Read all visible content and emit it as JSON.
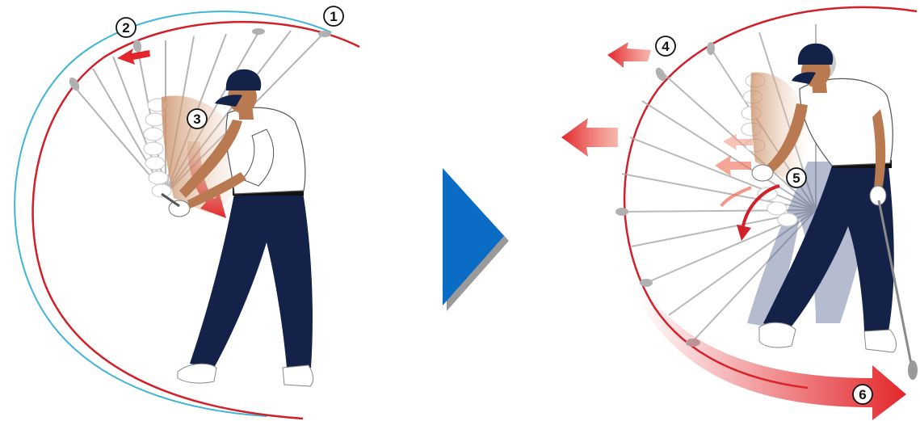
{
  "markers": [
    {
      "id": "1",
      "label": "1"
    },
    {
      "id": "2",
      "label": "2"
    },
    {
      "id": "3",
      "label": "3"
    },
    {
      "id": "4",
      "label": "4"
    },
    {
      "id": "5",
      "label": "5"
    },
    {
      "id": "6",
      "label": "6"
    }
  ],
  "colors": {
    "swing_arc": "#d0202a",
    "reference_arc": "#3fb6d6",
    "transition_arrow": "#0a6cc4",
    "shirt": "#ffffff",
    "trousers": "#14224a",
    "cap": "#14224a",
    "skin": "#b97a52",
    "club": "#9a9a9a",
    "motion_arrow": "#e3262b"
  },
  "icons": {
    "transition_arrow": "play-triangle-icon",
    "motion_arrows": "red-arrow-icon"
  }
}
